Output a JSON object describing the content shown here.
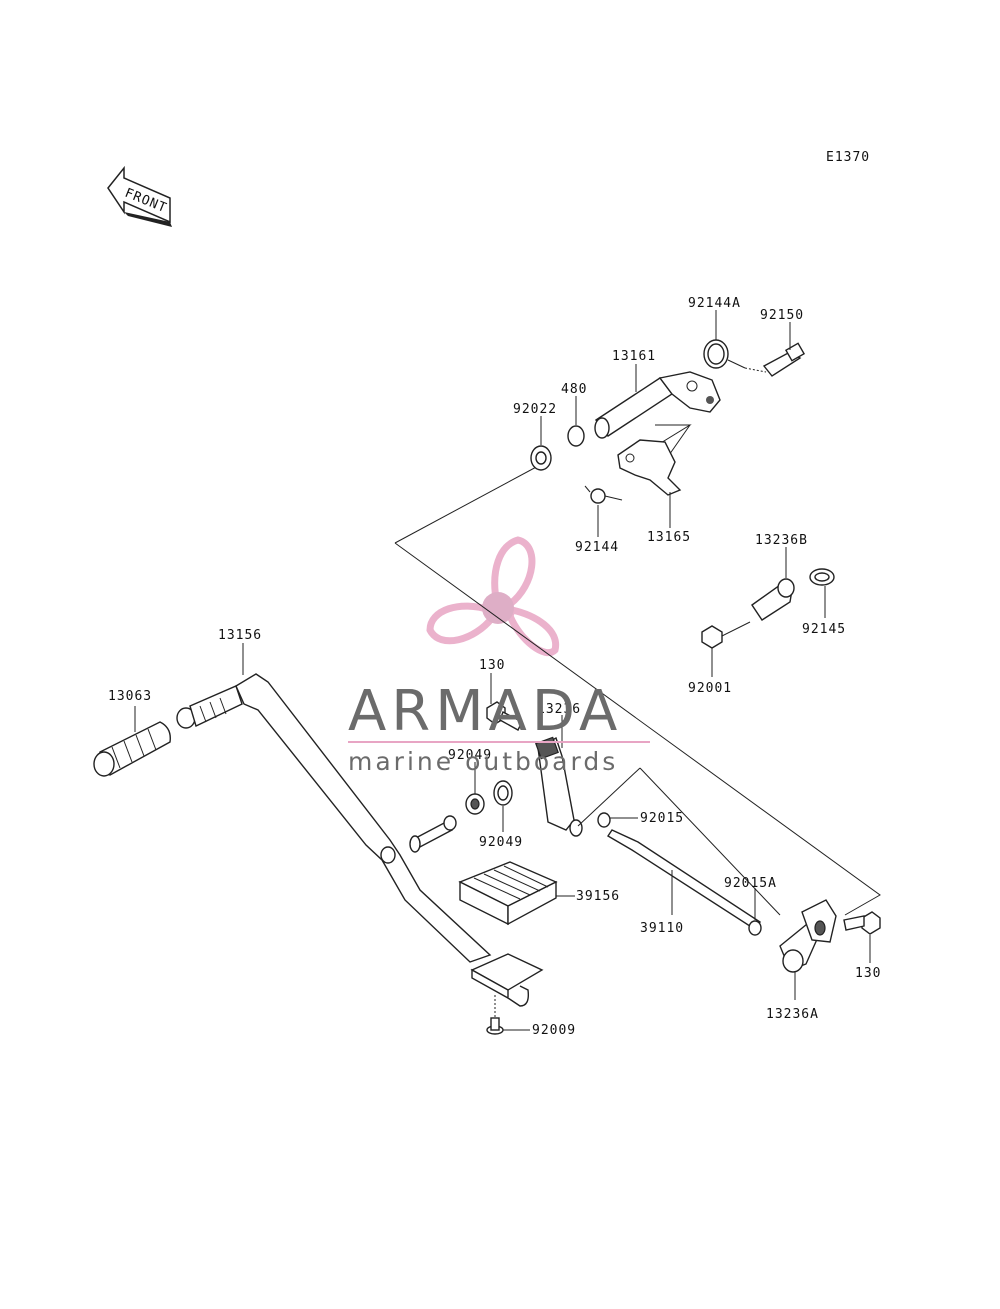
{
  "diagram_code": "E1370",
  "front_label": "FRONT",
  "watermark": {
    "brand": "ARMADA",
    "tagline": "marine outboards",
    "accent_color": "#e8a5c4"
  },
  "parts": {
    "p92144A": "92144A",
    "p92150": "92150",
    "p13161": "13161",
    "p480": "480",
    "p92022": "92022",
    "p92144": "92144",
    "p13165": "13165",
    "p13236B": "13236B",
    "p92145": "92145",
    "p92001": "92001",
    "p13156": "13156",
    "p13063": "13063",
    "p130_top": "130",
    "p13236": "13236",
    "p92049_a": "92049",
    "p92049_b": "92049",
    "p92015": "92015",
    "p92015A": "92015A",
    "p39156": "39156",
    "p39110": "39110",
    "p130_right": "130",
    "p13236A": "13236A",
    "p92009": "92009"
  }
}
